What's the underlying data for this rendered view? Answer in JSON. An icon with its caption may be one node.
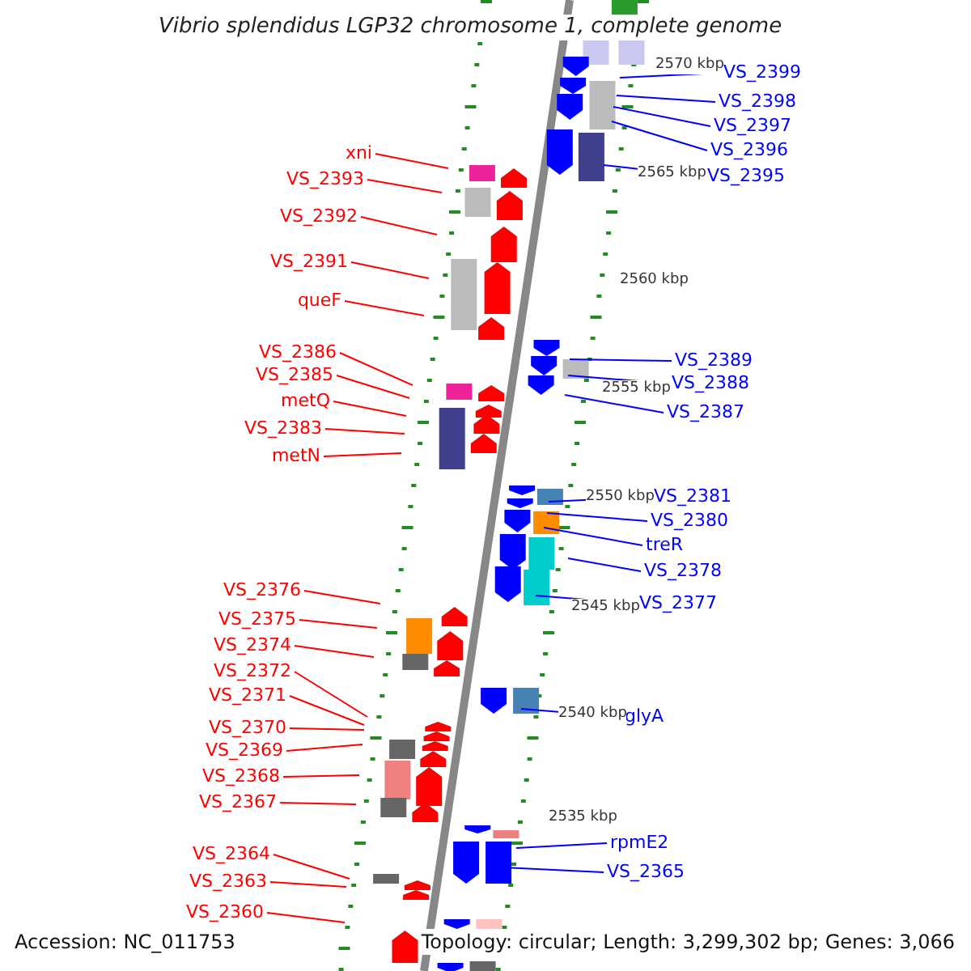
{
  "diagram": {
    "title": "Vibrio splendidus LGP32 chromosome 1, complete genome",
    "nodes": [
      {
        "text": [
          "xni"
        ]
      },
      {
        "text": [
          "VS_2393"
        ]
      },
      {
        "text": [
          "VS_2392"
        ]
      },
      {
        "text": [
          "VS_2391"
        ]
      },
      {
        "text": [
          "queF"
        ]
      },
      {
        "text": [
          "VS_2386"
        ]
      },
      {
        "text": [
          "VS_2385"
        ]
      },
      {
        "text": [
          "metQ"
        ]
      },
      {
        "text": [
          "VS_2383"
        ]
      },
      {
        "text": [
          "metN"
        ]
      },
      {
        "text": [
          "VS_2376"
        ]
      },
      {
        "text": [
          "VS_2375"
        ]
      },
      {
        "text": [
          "VS_2374"
        ]
      },
      {
        "text": [
          "VS_2372"
        ]
      },
      {
        "text": [
          "VS_2371"
        ]
      },
      {
        "text": [
          "VS_2370"
        ]
      },
      {
        "text": [
          "VS_2369"
        ]
      },
      {
        "text": [
          "VS_2368"
        ]
      },
      {
        "text": [
          "VS_2367"
        ]
      },
      {
        "text": [
          "VS_2364"
        ]
      },
      {
        "text": [
          "VS_2363"
        ]
      },
      {
        "text": [
          "VS_2360"
        ]
      },
      {
        "text": [
          "VS_2399"
        ]
      },
      {
        "text": [
          "VS_2398"
        ]
      },
      {
        "text": [
          "VS_2397"
        ]
      },
      {
        "text": [
          "VS_2396"
        ]
      },
      {
        "text": [
          "VS_2395"
        ]
      },
      {
        "text": [
          "VS_2389"
        ]
      },
      {
        "text": [
          "VS_2388"
        ]
      },
      {
        "text": [
          "VS_2387"
        ]
      },
      {
        "text": [
          "VS_2381"
        ]
      },
      {
        "text": [
          "VS_2380"
        ]
      },
      {
        "text": [
          "treR"
        ]
      },
      {
        "text": [
          "VS_2378"
        ]
      },
      {
        "text": [
          "VS_2377"
        ]
      },
      {
        "text": [
          "glyA"
        ]
      },
      {
        "text": [
          "rpmE2"
        ]
      },
      {
        "text": [
          "VS_2365"
        ]
      }
    ],
    "edges": [
      {
        "from": 0,
        "to": null,
        "arrow": "none"
      },
      {
        "from": 1,
        "to": null,
        "arrow": "none"
      },
      {
        "from": 2,
        "to": null,
        "arrow": "none"
      },
      {
        "from": 3,
        "to": null,
        "arrow": "none"
      },
      {
        "from": 4,
        "to": null,
        "arrow": "none"
      },
      {
        "from": 5,
        "to": null,
        "arrow": "none"
      },
      {
        "from": 6,
        "to": null,
        "arrow": "none"
      },
      {
        "from": 7,
        "to": null,
        "arrow": "none"
      },
      {
        "from": 8,
        "to": null,
        "arrow": "none"
      },
      {
        "from": 9,
        "to": null,
        "arrow": "none"
      },
      {
        "from": 10,
        "to": null,
        "arrow": "none"
      },
      {
        "from": 11,
        "to": null,
        "arrow": "none"
      },
      {
        "from": 12,
        "to": null,
        "arrow": "none"
      },
      {
        "from": 13,
        "to": null,
        "arrow": "none"
      },
      {
        "from": 14,
        "to": null,
        "arrow": "none"
      },
      {
        "from": 15,
        "to": null,
        "arrow": "none"
      },
      {
        "from": 16,
        "to": null,
        "arrow": "none"
      },
      {
        "from": 17,
        "to": null,
        "arrow": "none"
      },
      {
        "from": 18,
        "to": null,
        "arrow": "none"
      },
      {
        "from": 19,
        "to": null,
        "arrow": "none"
      },
      {
        "from": 20,
        "to": null,
        "arrow": "none"
      },
      {
        "from": 21,
        "to": null,
        "arrow": "none"
      },
      {
        "from": 22,
        "to": null,
        "arrow": "none",
        "color": "#0000ff"
      },
      {
        "from": 23,
        "to": null,
        "arrow": "none",
        "color": "#0000ff"
      },
      {
        "from": 24,
        "to": null,
        "arrow": "none",
        "color": "#0000ff"
      },
      {
        "from": 25,
        "to": null,
        "arrow": "none",
        "color": "#0000ff"
      },
      {
        "from": 26,
        "to": null,
        "arrow": "none",
        "color": "#0000ff"
      },
      {
        "from": 27,
        "to": null,
        "arrow": "none",
        "color": "#0000ff"
      },
      {
        "from": 28,
        "to": null,
        "arrow": "none",
        "color": "#0000ff"
      },
      {
        "from": 29,
        "to": null,
        "arrow": "none",
        "color": "#0000ff"
      },
      {
        "from": 30,
        "to": null,
        "arrow": "none",
        "color": "#0000ff"
      },
      {
        "from": 31,
        "to": null,
        "arrow": "none",
        "color": "#0000ff"
      },
      {
        "from": 32,
        "to": null,
        "arrow": "none",
        "color": "#0000ff"
      },
      {
        "from": 33,
        "to": null,
        "arrow": "none",
        "color": "#0000ff"
      },
      {
        "from": 34,
        "to": null,
        "arrow": "none",
        "color": "#0000ff"
      },
      {
        "from": 35,
        "to": null,
        "arrow": "none",
        "color": "#0000ff"
      },
      {
        "from": 36,
        "to": null,
        "arrow": "none",
        "color": "#0000ff"
      },
      {
        "from": 37,
        "to": null,
        "arrow": "none",
        "color": "#0000ff"
      }
    ],
    "labels": [
      "2570 kbp",
      "2565 kbp",
      "2560 kbp",
      "2555 kbp",
      "2550 kbp",
      "2545 kbp",
      "2540 kbp",
      "2535 kbp",
      "Accession: NC_011753",
      "Topology: circular; Length: 3,299,302 bp; Genes: 3,066"
    ]
  }
}
